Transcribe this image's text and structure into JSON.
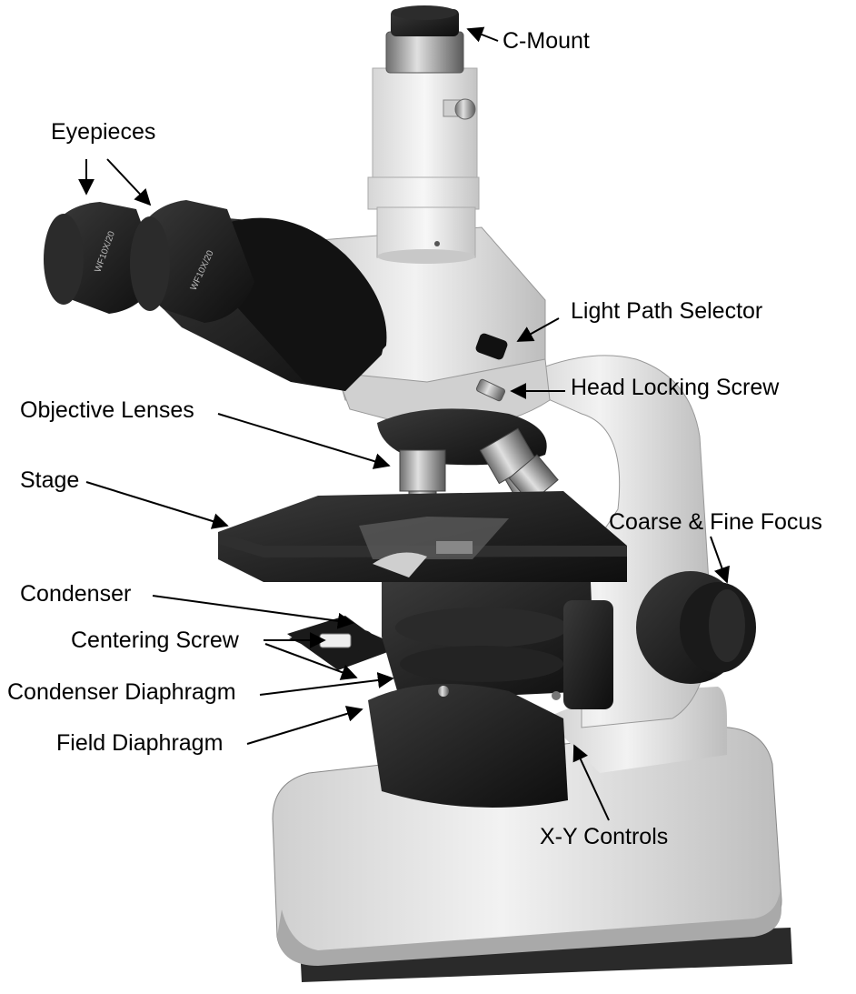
{
  "labels": {
    "c_mount": "C-Mount",
    "eyepieces": "Eyepieces",
    "light_path_selector": "Light Path Selector",
    "head_locking_screw": "Head Locking Screw",
    "objective_lenses": "Objective Lenses",
    "stage": "Stage",
    "coarse_fine_focus": "Coarse & Fine Focus",
    "condenser": "Condenser",
    "centering_screw": "Centering Screw",
    "condenser_diaphragm": "Condenser Diaphragm",
    "field_diaphragm": "Field Diaphragm",
    "xy_controls": "X-Y Controls"
  },
  "eyepiece_marking": "WF10X/20",
  "colors": {
    "body_light": "#e6e6e6",
    "body_shadow": "#b8b8b8",
    "dark_part": "#1c1c1c",
    "metal": "#9a9a9a"
  }
}
